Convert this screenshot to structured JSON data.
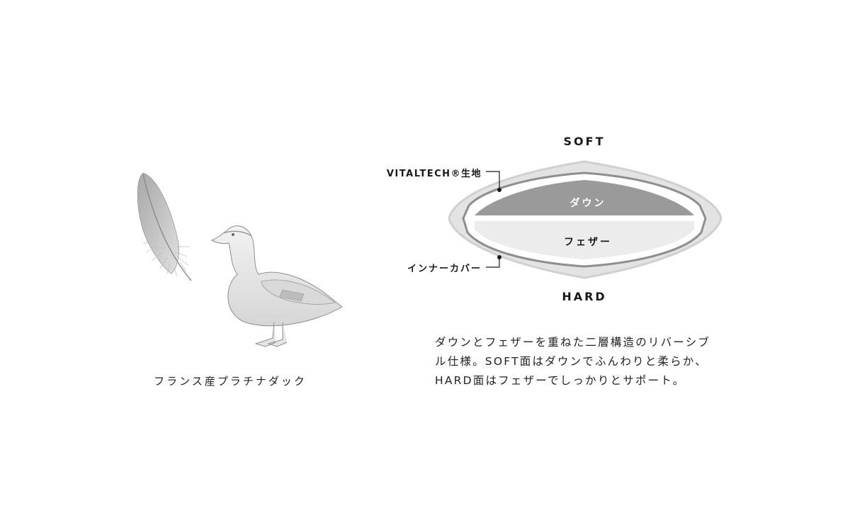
{
  "illustration": {
    "feather_alt": "feather",
    "duck_alt": "duck",
    "caption": "フランス産プラチナダック"
  },
  "diagram": {
    "top_label": "SOFT",
    "bottom_label": "HARD",
    "outer_layer_label": "VITALTECH®生地",
    "inner_layer_label": "インナーカバー",
    "top_fill_label": "ダウン",
    "bottom_fill_label": "フェザー",
    "colors": {
      "outer_fabric": "#e3e3e3",
      "outer_fabric_edge": "#cfcfcf",
      "inner_cover_stroke": "#8e8e8e",
      "down_fill": "#9a9a9a",
      "feather_fill": "#ececec",
      "down_text": "#ffffff",
      "feather_text": "#1a1a1a"
    }
  },
  "description": {
    "lines": [
      "ダウンとフェザーを重ねた二層構造のリバーシブ",
      "ル仕様。SOFT面はダウンでふんわりと柔らか、",
      "HARD面はフェザーでしっかりとサポート。"
    ]
  }
}
